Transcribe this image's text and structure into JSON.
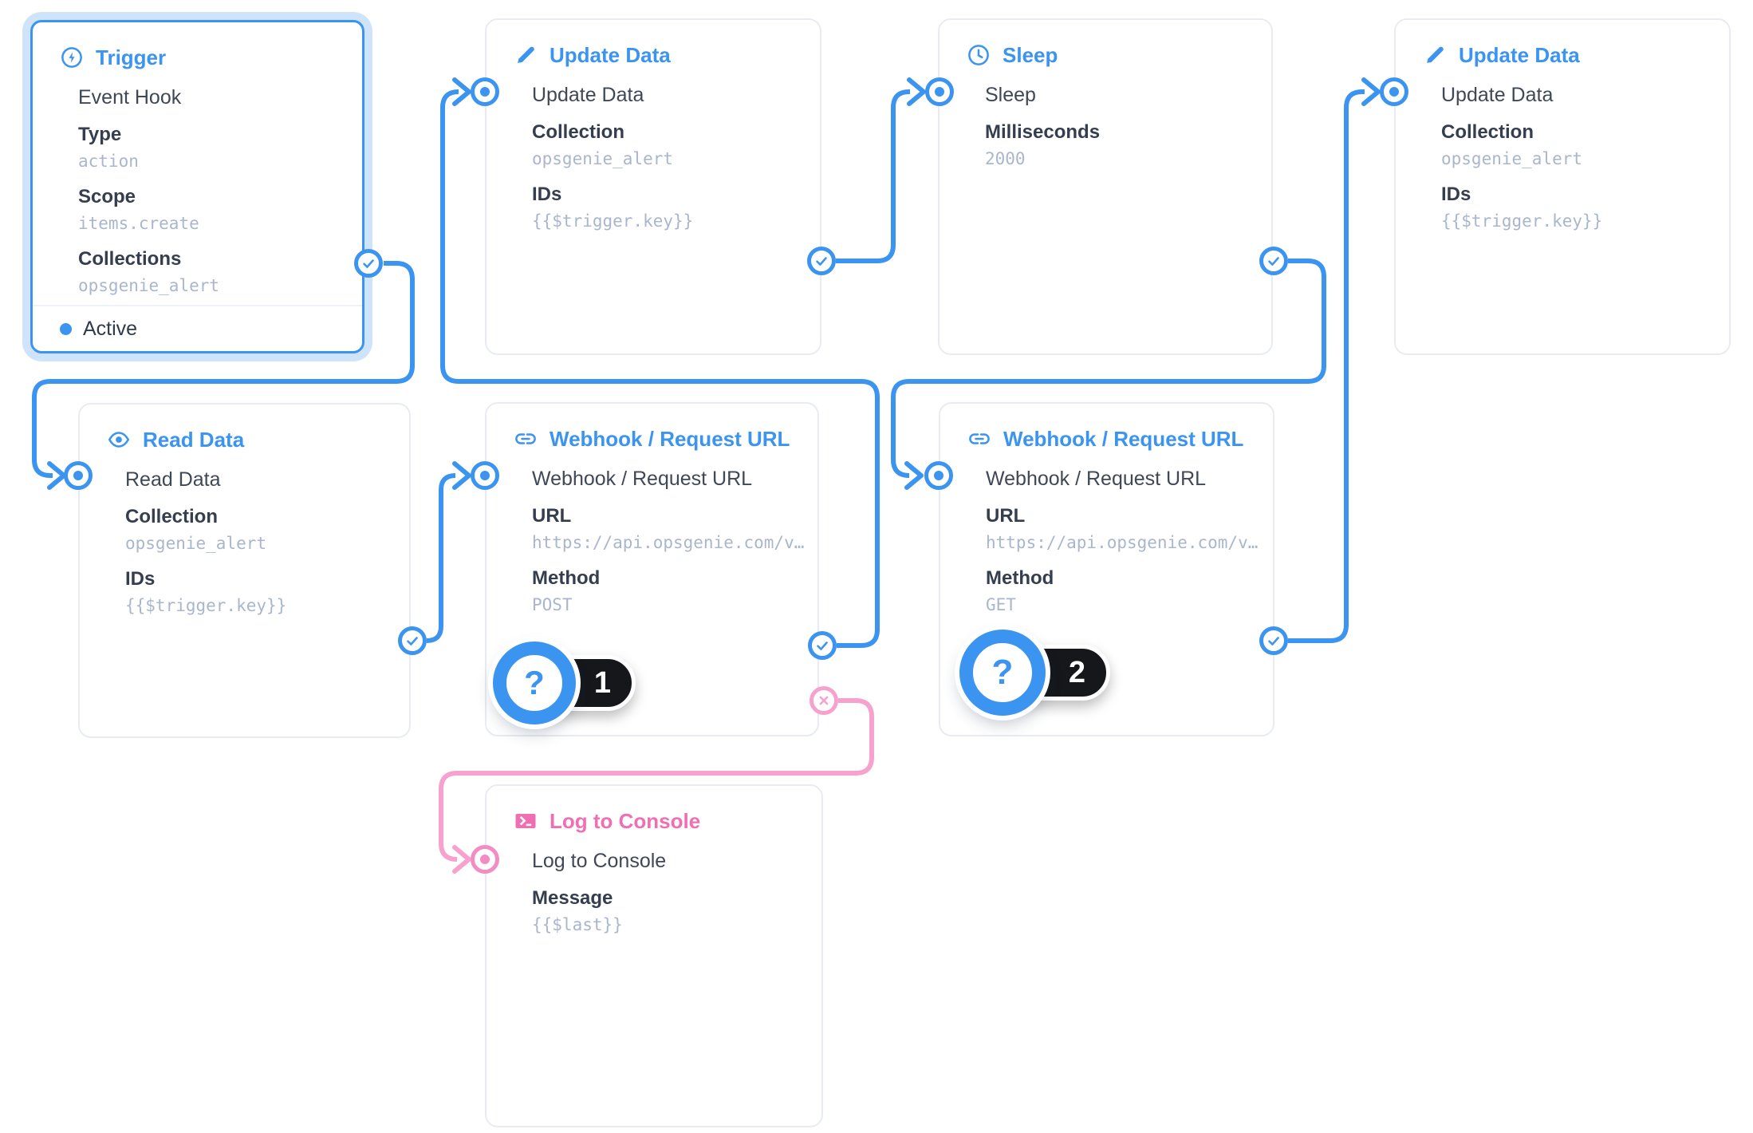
{
  "colors": {
    "blue": "#3b94f0",
    "blue_halo": "#cfe4fb",
    "pink": "#f06fb2",
    "pink_line": "#f7a2ce",
    "pink_mid": "#f48cc4",
    "name": "#3f4857",
    "label": "#353e4e",
    "value": "#a9b6cd",
    "card_border": "#e8ecf2",
    "pill_bg": "#15171b"
  },
  "nodes": [
    {
      "id": "trigger",
      "icon": "bolt-circle-icon",
      "title": "Trigger",
      "name": "Event Hook",
      "status": "Active",
      "fields": [
        {
          "label": "Type",
          "value": "action"
        },
        {
          "label": "Scope",
          "value": "items.create"
        },
        {
          "label": "Collections",
          "value": "opsgenie_alert"
        }
      ]
    },
    {
      "id": "update-data-1",
      "icon": "pencil-icon",
      "title": "Update Data",
      "name": "Update Data",
      "fields": [
        {
          "label": "Collection",
          "value": "opsgenie_alert"
        },
        {
          "label": "IDs",
          "value": "{{$trigger.key}}"
        }
      ]
    },
    {
      "id": "sleep",
      "icon": "clock-icon",
      "title": "Sleep",
      "name": "Sleep",
      "fields": [
        {
          "label": "Milliseconds",
          "value": "2000"
        }
      ]
    },
    {
      "id": "update-data-2",
      "icon": "pencil-icon",
      "title": "Update Data",
      "name": "Update Data",
      "fields": [
        {
          "label": "Collection",
          "value": "opsgenie_alert"
        },
        {
          "label": "IDs",
          "value": "{{$trigger.key}}"
        }
      ]
    },
    {
      "id": "read-data",
      "icon": "eye-icon",
      "title": "Read Data",
      "name": "Read Data",
      "fields": [
        {
          "label": "Collection",
          "value": "opsgenie_alert"
        },
        {
          "label": "IDs",
          "value": "{{$trigger.key}}"
        }
      ]
    },
    {
      "id": "webhook-1",
      "icon": "link-icon",
      "title": "Webhook / Request URL",
      "name": "Webhook / Request URL",
      "badge_glyph": "?",
      "badge_count": "1",
      "fields": [
        {
          "label": "URL",
          "value": "https://api.opsgenie.com/v…"
        },
        {
          "label": "Method",
          "value": "POST"
        }
      ]
    },
    {
      "id": "webhook-2",
      "icon": "link-icon",
      "title": "Webhook / Request URL",
      "name": "Webhook / Request URL",
      "badge_glyph": "?",
      "badge_count": "2",
      "fields": [
        {
          "label": "URL",
          "value": "https://api.opsgenie.com/v…"
        },
        {
          "label": "Method",
          "value": "GET"
        }
      ]
    },
    {
      "id": "log-to-console",
      "icon": "terminal-icon",
      "title": "Log to Console",
      "name": "Log to Console",
      "fields": [
        {
          "label": "Message",
          "value": "{{$last}}"
        }
      ]
    }
  ],
  "edges": [
    {
      "from": "trigger",
      "port": "resolve",
      "to": "read-data"
    },
    {
      "from": "read-data",
      "port": "resolve",
      "to": "webhook-1"
    },
    {
      "from": "webhook-1",
      "port": "resolve",
      "to": "update-data-1"
    },
    {
      "from": "update-data-1",
      "port": "resolve",
      "to": "sleep"
    },
    {
      "from": "sleep",
      "port": "resolve",
      "to": "webhook-2"
    },
    {
      "from": "webhook-2",
      "port": "resolve",
      "to": "update-data-2"
    },
    {
      "from": "webhook-1",
      "port": "reject",
      "to": "log-to-console"
    }
  ]
}
